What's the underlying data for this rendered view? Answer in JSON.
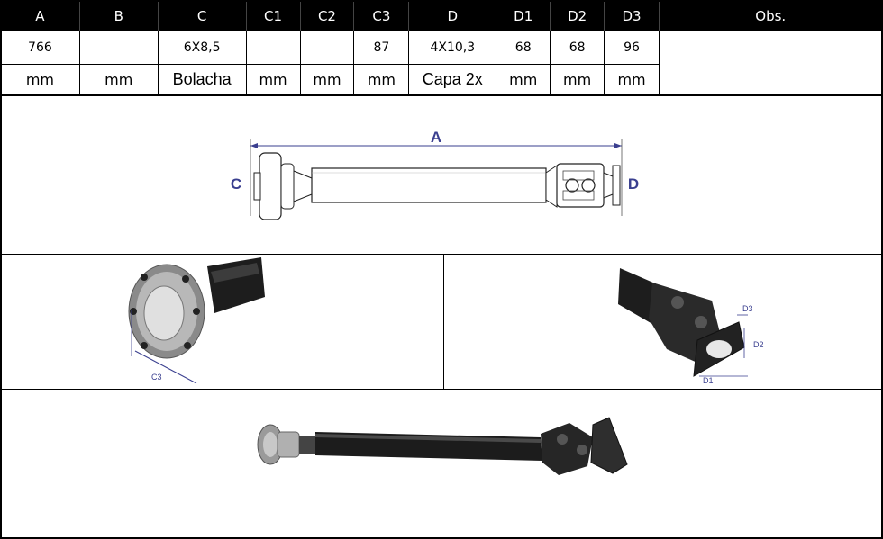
{
  "table": {
    "headers": [
      "A",
      "B",
      "C",
      "C1",
      "C2",
      "C3",
      "D",
      "D1",
      "D2",
      "D3",
      "Obs."
    ],
    "values": [
      "766",
      "",
      "6X8,5",
      "",
      "",
      "87",
      "4X10,3",
      "68",
      "68",
      "96",
      ""
    ],
    "units": [
      "mm",
      "mm",
      "Bolacha",
      "mm",
      "mm",
      "mm",
      "Capa 2x",
      "mm",
      "mm",
      "mm",
      ""
    ]
  },
  "diagram": {
    "label_a": "A",
    "label_c": "C",
    "label_d": "D"
  },
  "flange_photo": {
    "label_c3": "C3"
  },
  "joint_photo": {
    "label_d1": "D1",
    "label_d2": "D2",
    "label_d3": "D3"
  },
  "colors": {
    "dimension": "#3a3f8f",
    "header_bg": "#000000"
  }
}
